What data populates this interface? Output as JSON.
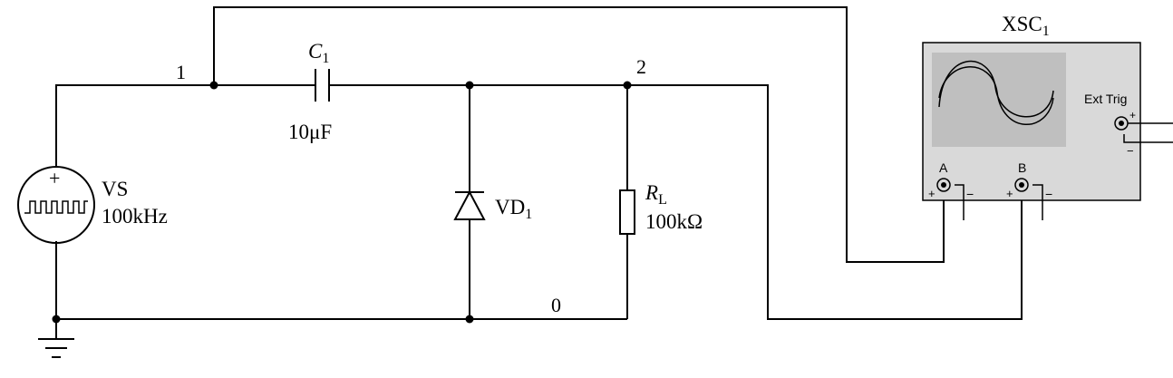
{
  "nodes": {
    "n1": "1",
    "n2": "2",
    "n0": "0"
  },
  "capacitor": {
    "name": "C",
    "sub": "1",
    "value": "10μF"
  },
  "source": {
    "name": "VS",
    "freq": "100kHz",
    "plus": "+"
  },
  "diode": {
    "name": "VD",
    "sub": "1"
  },
  "resistor": {
    "name": "R",
    "sub": "L",
    "value": "100kΩ"
  },
  "scope": {
    "name": "XSC",
    "sub": "1",
    "ext_trig": "Ext Trig",
    "channel_a": "A",
    "channel_b": "B",
    "plus": "+",
    "minus": "−",
    "panel_color": "#d9d9d9",
    "screen_color": "#bfbfbf"
  }
}
